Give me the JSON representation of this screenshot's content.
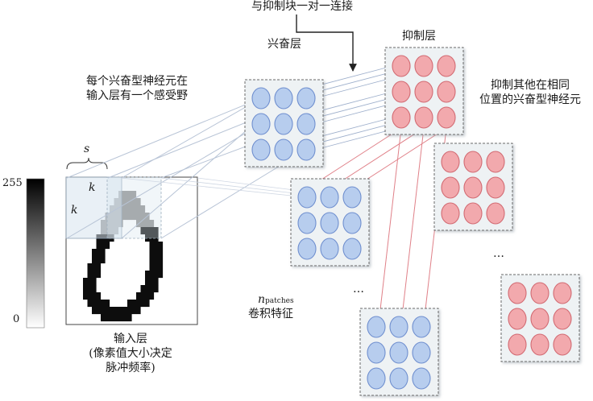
{
  "colors": {
    "excitatory_fill": "#b7cdee",
    "excitatory_stroke": "#6f8fcf",
    "inhibitory_fill": "#f2a9ad",
    "inhibitory_stroke": "#d26a72",
    "box_fill": "#eef2f4",
    "connection_line": "#b8c4d6",
    "inhibit_arrow": "#e08088"
  },
  "labels": {
    "one_to_one": "与抑制块一对一连接",
    "excitatory_layer": "兴奋层",
    "inhibitory_layer": "抑制层",
    "receptive_field_line1": "每个兴奋型神经元在",
    "receptive_field_line2": "输入层有一个感受野",
    "inhibit_others_line1": "抑制其他在相同",
    "inhibit_others_line2": "位置的兴奋型神经元",
    "stride": "s",
    "kernel_top": "k",
    "kernel_left": "k",
    "scale_max": "255",
    "scale_min": "0",
    "input_layer_line1": "输入层",
    "input_layer_line2": "(像素值大小决定",
    "input_layer_line3": "脉冲频率)",
    "n_symbol": "n",
    "n_subscript": "patches",
    "conv_features": "卷积特征",
    "ellipsis_middle": "…",
    "ellipsis_right": "…"
  },
  "icons": {
    "digit": "handwritten-digit-zero",
    "neuron_excitatory": "blue-circle",
    "neuron_inhibitory": "red-circle"
  }
}
